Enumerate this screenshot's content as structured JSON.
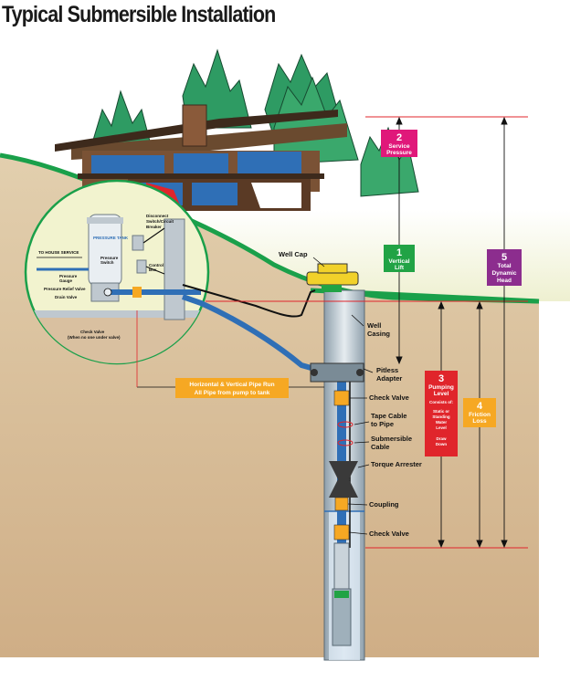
{
  "title": "Typical Submersible Installation",
  "labels": {
    "well_cap": "Well Cap",
    "well_casing_1": "Well",
    "well_casing_2": "Casing",
    "pitless_1": "Pitless",
    "pitless_2": "Adapter",
    "check_valve_top": "Check Valve",
    "tape_1": "Tape Cable",
    "tape_2": "to Pipe",
    "sub_cable_1": "Submersible",
    "sub_cable_2": "Cable",
    "torque": "Torque Arrester",
    "coupling": "Coupling",
    "check_valve_bottom": "Check Valve"
  },
  "pipe_run": {
    "line1": "Horizontal & Vertical Pipe Run",
    "line2": "All Pipe from pump to tank"
  },
  "inset": {
    "to_house": "TO HOUSE SERVICE",
    "pressure_tank": "PRESSURE TANK",
    "disconnect_1": "Disconnect",
    "disconnect_2": "Switch/Circuit",
    "disconnect_3": "Breaker",
    "pressure_switch_1": "Pressure",
    "pressure_switch_2": "Switch",
    "control_box_1": "Control",
    "control_box_2": "Box",
    "pressure_gauge_1": "Pressure",
    "pressure_gauge_2": "Gauge",
    "relief_valve": "Pressure Relief Valve",
    "drain_valve": "Drain Valve",
    "check_valve_1": "Check Valve",
    "check_valve_2": "(When no one under valve)"
  },
  "boxes": [
    {
      "num": "1",
      "l1": "Vertical",
      "l2": "Lift",
      "l3": "",
      "color": "#21a345"
    },
    {
      "num": "2",
      "l1": "Service",
      "l2": "Pressure",
      "l3": "",
      "color": "#e0187a"
    },
    {
      "num": "3",
      "l1": "Pumping",
      "l2": "Level",
      "l3": "",
      "color": "#e0252b",
      "extra": [
        "Consists of:",
        "Static or",
        "Standing",
        "Water",
        "Level",
        "Draw",
        "Down"
      ]
    },
    {
      "num": "4",
      "l1": "Friction",
      "l2": "Loss",
      "l3": "",
      "color": "#f6a823"
    },
    {
      "num": "5",
      "l1": "Total",
      "l2": "Dynamic",
      "l3": "Head",
      "color": "#8c2d8e"
    }
  ],
  "colors": {
    "ground": "#d9c0a0",
    "grass": "#1aa04a",
    "water_pipe": "#2f6fb6",
    "casing": "#bfc8cf",
    "well_cap": "#f1d12a",
    "inset_fill": "#f2f3cf"
  }
}
